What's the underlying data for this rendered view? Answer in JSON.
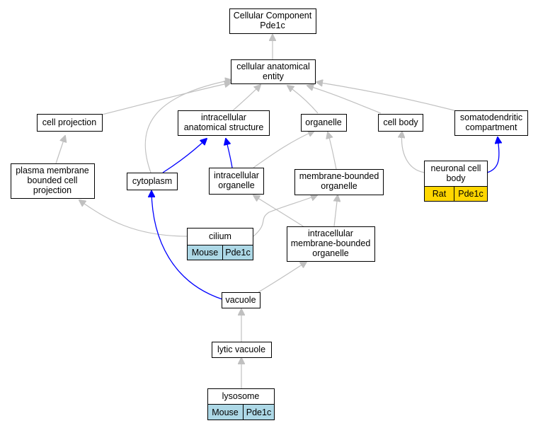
{
  "colors": {
    "mouse_cell": "#add8e6",
    "rat_cell": "#ffd700",
    "edge_is_a": "#c0c0c0",
    "edge_part_of": "#0000ff"
  },
  "nodes": {
    "root": {
      "lines": [
        "Cellular Component",
        "Pde1c"
      ]
    },
    "cae": {
      "lines": [
        "cellular anatomical",
        "entity"
      ]
    },
    "cellproj": {
      "lines": [
        "cell projection"
      ]
    },
    "ias": {
      "lines": [
        "intracellular",
        "anatomical structure"
      ]
    },
    "organelle": {
      "lines": [
        "organelle"
      ]
    },
    "cellbody": {
      "lines": [
        "cell body"
      ]
    },
    "somato": {
      "lines": [
        "somatodendritic",
        "compartment"
      ]
    },
    "pmbcp": {
      "lines": [
        "plasma membrane",
        "bounded cell",
        "projection"
      ]
    },
    "cytoplasm": {
      "lines": [
        "cytoplasm"
      ]
    },
    "intraorg": {
      "lines": [
        "intracellular",
        "organelle"
      ]
    },
    "mbo": {
      "lines": [
        "membrane-bounded",
        "organelle"
      ]
    },
    "ncb": {
      "lines": [
        "neuronal cell",
        "body"
      ],
      "cells": [
        "Rat",
        "Pde1c"
      ]
    },
    "cilium": {
      "lines": [
        "cilium"
      ],
      "cells": [
        "Mouse",
        "Pde1c"
      ]
    },
    "imbo": {
      "lines": [
        "intracellular",
        "membrane-bounded",
        "organelle"
      ]
    },
    "vacuole": {
      "lines": [
        "vacuole"
      ]
    },
    "lytic": {
      "lines": [
        "lytic vacuole"
      ]
    },
    "lysosome": {
      "lines": [
        "lysosome"
      ],
      "cells": [
        "Mouse",
        "Pde1c"
      ]
    }
  }
}
